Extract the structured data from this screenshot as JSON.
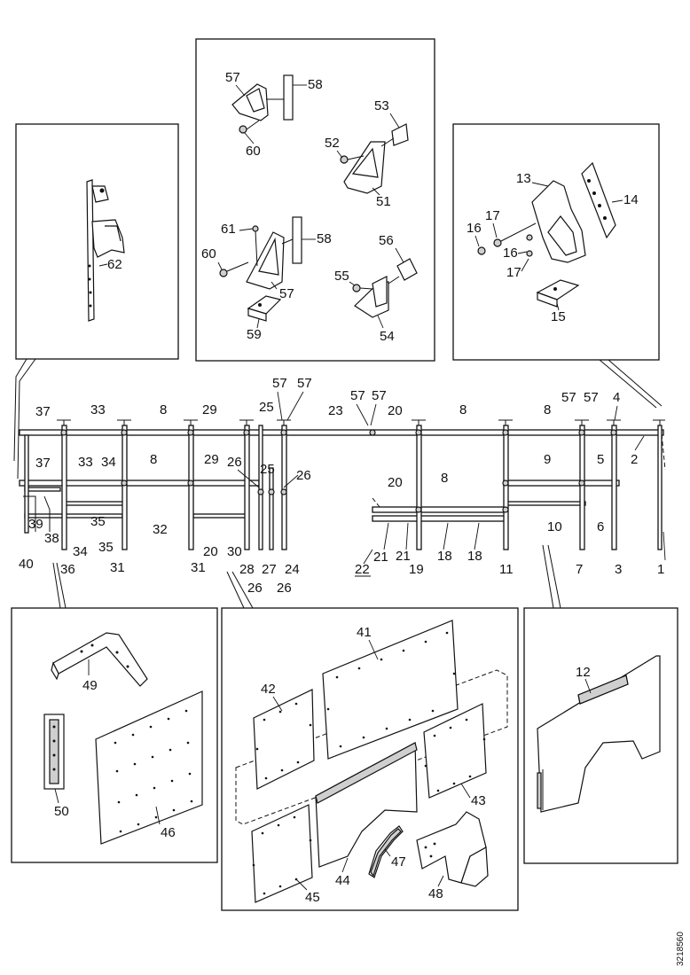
{
  "figure_id": "3218560",
  "frame": {
    "top_row": {
      "members": [
        "37",
        "33",
        "8",
        "29",
        "25",
        "57",
        "57",
        "23",
        "57",
        "57",
        "20",
        "8",
        "8",
        "57",
        "57",
        "4"
      ],
      "end": "2"
    },
    "middle_row": [
      "37",
      "33",
      "34",
      "8",
      "29",
      "26",
      "25",
      "26",
      "20",
      "8",
      "9",
      "5"
    ],
    "inner": [
      "39",
      "38",
      "32",
      "35",
      "10",
      "6"
    ],
    "bottom_row": [
      "40",
      "36",
      "34",
      "35",
      "31",
      "31",
      "20",
      "30",
      "28",
      "27",
      "24",
      "22",
      "21",
      "21",
      "19",
      "18",
      "18",
      "11",
      "7",
      "3",
      "1"
    ],
    "below": [
      "26",
      "26"
    ]
  },
  "detail_top_left": {
    "parts": [
      "62"
    ]
  },
  "detail_top_center": {
    "parts": [
      "57",
      "58",
      "60",
      "53",
      "52",
      "51",
      "61",
      "58",
      "60",
      "57",
      "59",
      "56",
      "55",
      "54"
    ]
  },
  "detail_top_right": {
    "parts": [
      "13",
      "14",
      "17",
      "16",
      "16",
      "17",
      "15"
    ]
  },
  "detail_bottom_left": {
    "parts": [
      "49",
      "50",
      "46"
    ]
  },
  "detail_bottom_center": {
    "parts": [
      "41",
      "42",
      "43",
      "44",
      "45",
      "47",
      "48"
    ]
  },
  "detail_bottom_right": {
    "parts": [
      "12"
    ]
  }
}
